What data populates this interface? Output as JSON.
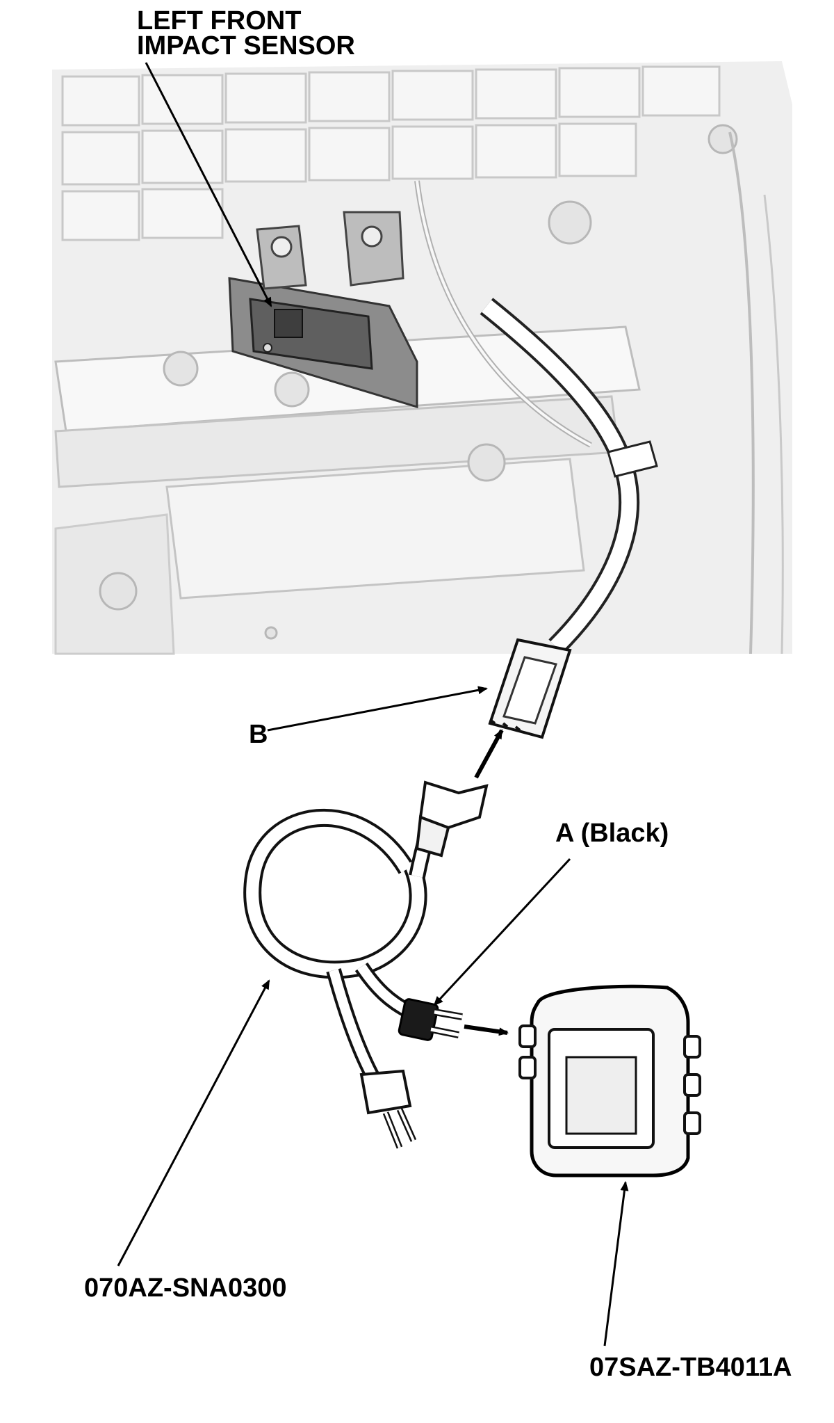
{
  "figure": {
    "title_lines": [
      "LEFT FRONT",
      "IMPACT SENSOR"
    ],
    "callouts": {
      "connector_b": "B",
      "connector_a": "A (Black)",
      "harness_part": "070AZ-SNA0300",
      "box_part": "07SAZ-TB4011A"
    }
  },
  "colors": {
    "ink": "#000000",
    "panel_bg": "#efefef",
    "part_fill": "#f7f7f7"
  }
}
